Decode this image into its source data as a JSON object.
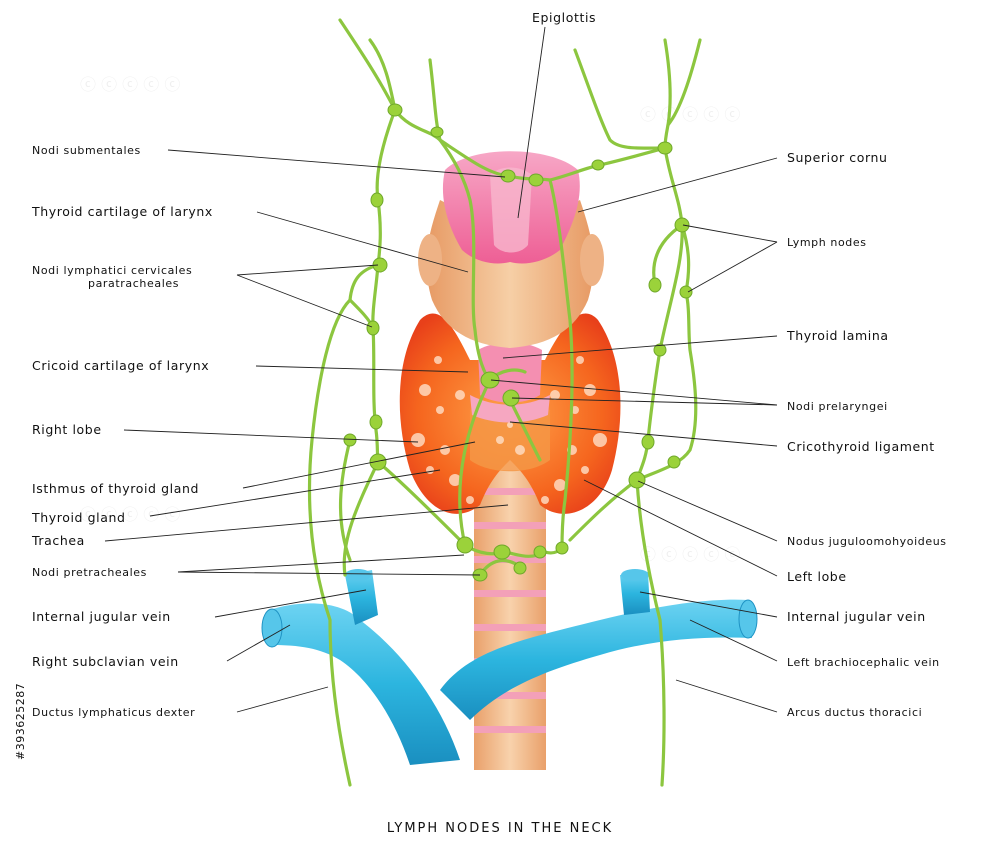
{
  "title": "LYMPH NODES IN THE NECK",
  "labels_left": [
    "Nodi submentales",
    "Thyroid cartilage of larynx",
    "Nodi lymphatici cervicales",
    "paratracheales",
    "Cricoid cartilage of larynx",
    "Right lobe",
    "Isthmus of thyroid gland",
    "Thyroid  gland",
    "Trachea",
    "Nodi pretracheales",
    "Internal jugular vein",
    "Right subclavian  vein",
    "Ductus lymphaticus dexter"
  ],
  "labels_right": [
    "Epiglottis",
    "Superior  cornu",
    "Lymph nodes",
    "Thyroid  lamina",
    "Nodi  prelaryngei",
    "Cricothyroid   ligament",
    "Nodus juguloomohyoideus",
    "Left lobe",
    "Internal jugular vein",
    "Left brachiocephalic vein",
    "Arcus ductus thoracici"
  ],
  "stock_id": "#393625287",
  "colors": {
    "lymph": "#8cc63f",
    "vein": "#2cb5df",
    "thyroid": "#f5651e",
    "cartilage": "#f1b98a",
    "epiglottis": "#f07aa8",
    "trachea_ring": "#f3a0b8"
  }
}
